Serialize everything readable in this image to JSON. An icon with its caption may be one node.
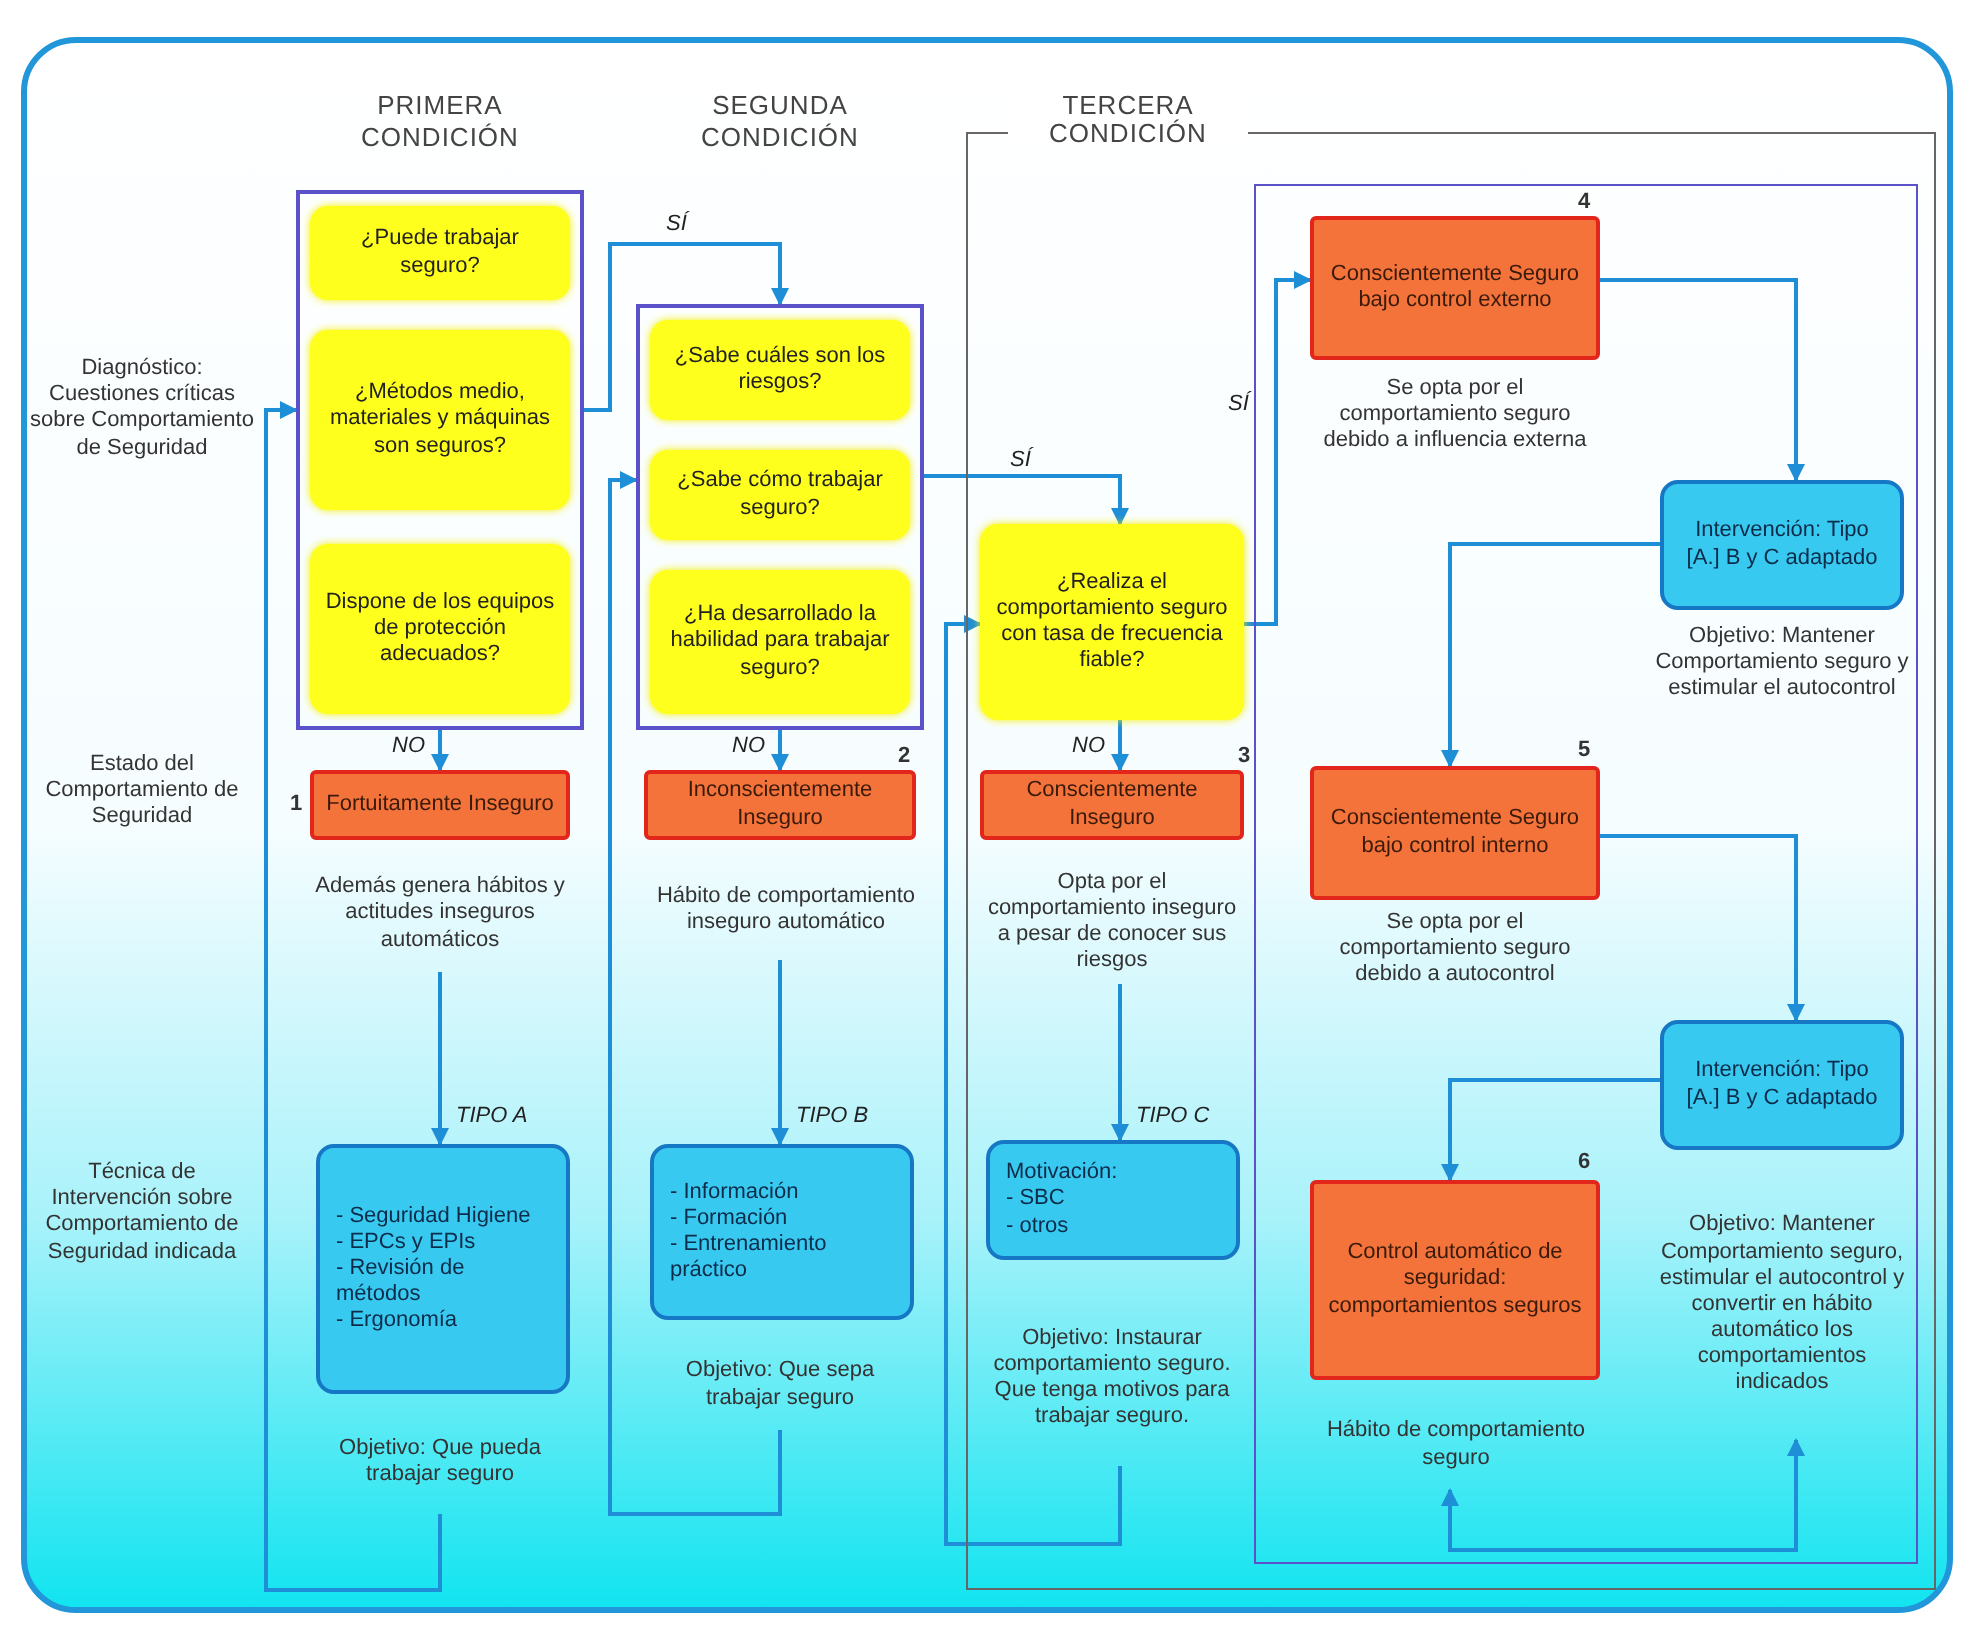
{
  "diagram": {
    "nodes": [
      {
        "text": [],
        "shape": "box"
      },
      {
        "text": [
          "¿Puede trabajar seguro?"
        ],
        "in": 0
      },
      {
        "text": [
          "¿Métodos medio, materiales y máquinas son seguros?"
        ],
        "in": 0
      },
      {
        "text": [
          "Dispone de los equipos de protección adecuados?"
        ],
        "in": 0
      },
      {
        "text": [],
        "shape": "box"
      },
      {
        "text": [
          "¿Sabe cuáles son los riesgos?"
        ],
        "in": 4
      },
      {
        "text": [
          "¿Sabe cómo trabajar seguro?"
        ],
        "in": 4
      },
      {
        "text": [
          "¿Ha desarrollado la habilidad para trabajar seguro?"
        ],
        "in": 4
      },
      {
        "text": [
          "TERCERA CONDICIÓN"
        ]
      },
      {
        "text": [
          "¿Realiza el comportamiento seguro con tasa de frecuencia fiable?"
        ],
        "in": 8
      },
      {
        "text": [],
        "shape": "box",
        "in": 8
      },
      {
        "text": [
          "Conscientemente Seguro bajo control externo"
        ],
        "beside": [
          "4",
          "Se opta por el comportamiento seguro debido a influencia externa"
        ],
        "in": 10
      },
      {
        "text": [
          "Intervención: Tipo [A.] B y C adaptado"
        ],
        "beside": [
          "Objetivo: Mantener Comportamiento seguro y estimular el autocontrol"
        ],
        "in": 10
      },
      {
        "text": [
          "Conscientemente Seguro bajo control interno"
        ],
        "beside": [
          "5",
          "Se opta por el comportamiento seguro debido a autocontrol"
        ],
        "in": 10
      },
      {
        "text": [
          "Intervención: Tipo [A.] B y C adaptado"
        ],
        "in": 10
      },
      {
        "text": [
          "Objetivo: Mantener Comportamiento seguro, estimular el autocontrol y convertir en hábito automático los comportamientos indicados"
        ],
        "in": 10
      },
      {
        "text": [
          "Control automático de seguridad: comportamientos seguros"
        ],
        "beside": [
          "6"
        ],
        "in": 10
      },
      {
        "text": [
          "Hábito de comportamiento seguro"
        ],
        "in": 10
      },
      {
        "text": [
          "Fortuitamente Inseguro"
        ],
        "beside": [
          "1"
        ]
      },
      {
        "text": [
          "Además genera hábitos y actitudes inseguros automáticos"
        ]
      },
      {
        "text": [
          "- Seguridad Higiene",
          "- EPCs y EPIs",
          "- Revisión de métodos",
          "- Ergonomía"
        ]
      },
      {
        "text": [
          "Objetivo: Que pueda trabajar seguro"
        ]
      },
      {
        "text": [
          "Inconscientemente Inseguro"
        ],
        "beside": [
          "2"
        ]
      },
      {
        "text": [
          "Hábito de comportamiento inseguro automático"
        ]
      },
      {
        "text": [
          "- Información",
          "- Formación",
          "- Entrenamiento práctico"
        ]
      },
      {
        "text": [
          "Objetivo: Que sepa trabajar seguro"
        ]
      },
      {
        "text": [
          "Conscientemente Inseguro"
        ],
        "beside": [
          "3"
        ],
        "in": 8
      },
      {
        "text": [
          "Opta por el comportamiento inseguro a pesar de conocer sus riesgos"
        ],
        "in": 8
      },
      {
        "text": [
          "Motivación:",
          "- SBC",
          "- otros"
        ],
        "in": 8
      },
      {
        "text": [
          "Objetivo: Instaurar comportamiento seguro. Que tenga motivos para trabajar seguro."
        ],
        "in": 8
      }
    ],
    "edges": [
      {
        "from": 0,
        "to": 4,
        "arrow": "to",
        "label": "SÍ"
      },
      {
        "from": 4,
        "to": 9,
        "arrow": "to",
        "label": "SÍ"
      },
      {
        "from": 9,
        "to": 11,
        "arrow": "to",
        "label": "SÍ"
      },
      {
        "from": 0,
        "to": 18,
        "arrow": "to",
        "label": "NO"
      },
      {
        "from": 4,
        "to": 22,
        "arrow": "to",
        "label": "NO"
      },
      {
        "from": 9,
        "to": 26,
        "arrow": "to",
        "label": "NO"
      },
      {
        "from": 19,
        "to": 20,
        "arrow": "to",
        "label": "TIPO A"
      },
      {
        "from": 23,
        "to": 24,
        "arrow": "to",
        "label": "TIPO B"
      },
      {
        "from": 27,
        "to": 28,
        "arrow": "to",
        "label": "TIPO C"
      },
      {
        "from": 21,
        "to": 0,
        "arrow": "to"
      },
      {
        "from": 25,
        "to": 4,
        "arrow": "to"
      },
      {
        "from": 29,
        "to": 9,
        "arrow": "to"
      },
      {
        "from": 11,
        "to": 12,
        "arrow": "to"
      },
      {
        "from": 12,
        "to": 13,
        "arrow": "to"
      },
      {
        "from": 13,
        "to": 14,
        "arrow": "to"
      },
      {
        "from": 14,
        "to": 16,
        "arrow": "to"
      },
      {
        "from": 17,
        "to": 15,
        "arrow": "both"
      }
    ],
    "labels": [
      "PRIMERA CONDICIÓN",
      "SEGUNDA CONDICIÓN",
      "Diagnóstico: Cuestiones críticas sobre Comportamiento de Seguridad",
      "Estado del Comportamiento de Seguridad",
      "Técnica de Intervención sobre Comportamiento de Seguridad indicada"
    ]
  }
}
